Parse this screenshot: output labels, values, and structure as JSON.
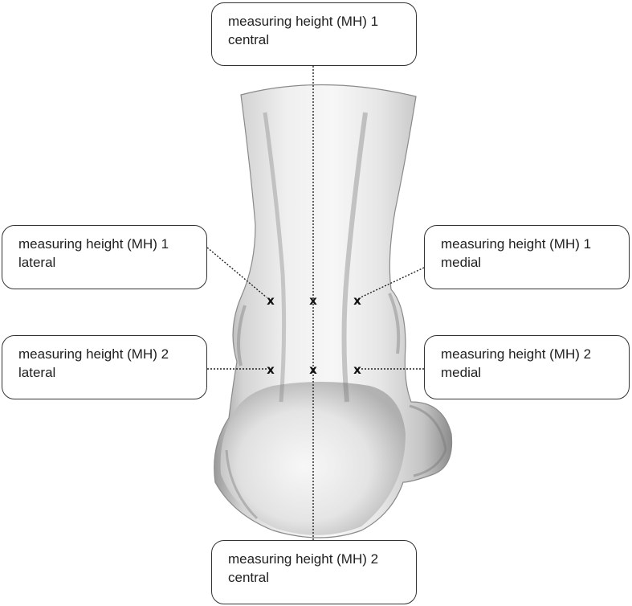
{
  "labels": {
    "mh1_central": {
      "line1": "measuring height (MH) 1",
      "line2": "central"
    },
    "mh1_lateral": {
      "line1": "measuring height (MH) 1",
      "line2": "lateral"
    },
    "mh1_medial": {
      "line1": "measuring height (MH) 1",
      "line2": "medial"
    },
    "mh2_lateral": {
      "line1": "measuring height (MH) 2",
      "line2": "lateral"
    },
    "mh2_medial": {
      "line1": "measuring height (MH) 2",
      "line2": "medial"
    },
    "mh2_central": {
      "line1": "measuring height (MH) 2",
      "line2": "central"
    }
  },
  "marker_symbol": "x",
  "colors": {
    "line": "#222222",
    "box_border": "#333333",
    "skin_light": "#f2f2f2",
    "skin_shadow": "#8a8a8a"
  }
}
